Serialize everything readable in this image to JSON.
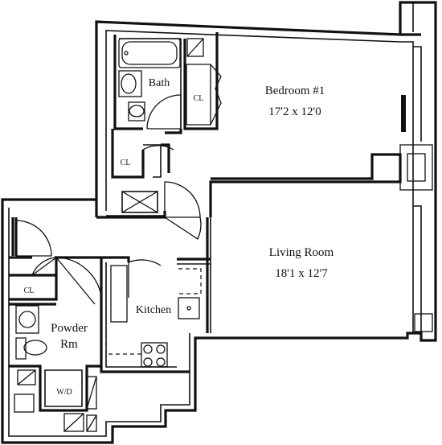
{
  "rooms": {
    "bedroom": {
      "name": "Bedroom #1",
      "dimensions": "17'2 x 12'0"
    },
    "living": {
      "name": "Living Room",
      "dimensions": "18'1 x 12'7"
    },
    "bath": {
      "name": "Bath"
    },
    "kitchen": {
      "name": "Kitchen"
    },
    "powder": {
      "name_line1": "Powder",
      "name_line2": "Rm"
    }
  },
  "closets": {
    "bedroom_closet": "CL",
    "hall_closet": "CL",
    "entry_closet": "CL"
  },
  "appliances": {
    "washer_dryer": "W/D"
  }
}
